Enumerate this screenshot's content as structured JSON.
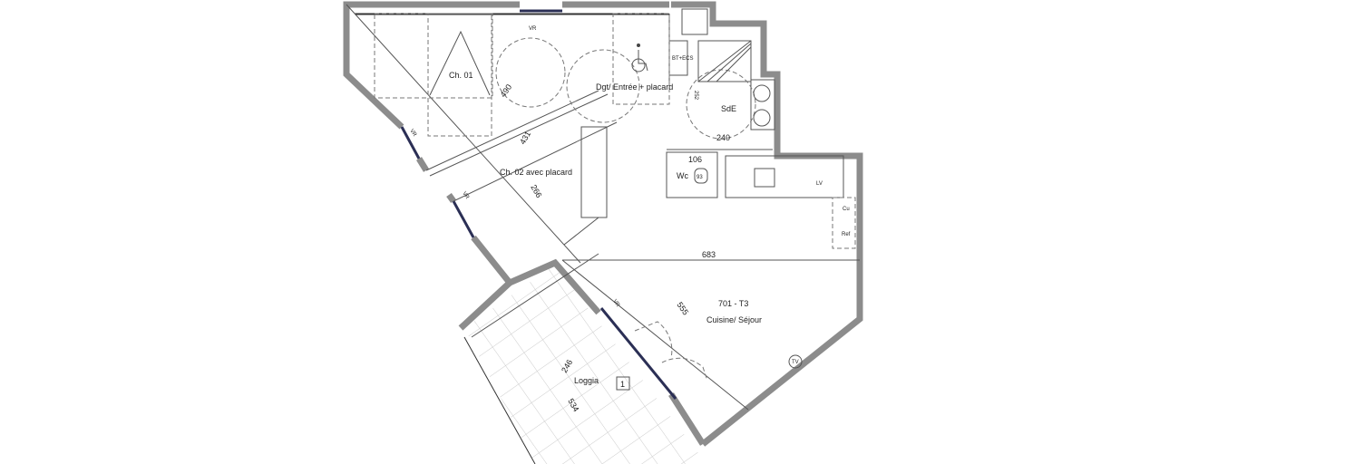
{
  "plan": {
    "unit_label": "701 - T3",
    "rooms": {
      "bedroom1": "Ch. 01",
      "hall": "Dgt/ Entrée + placard",
      "bathroom": "SdE",
      "wc": "Wc",
      "bedroom2": "Ch. 02 avec placard",
      "living": "Cuisine/ Séjour",
      "loggia": "Loggia"
    },
    "dimensions": {
      "d490": "490",
      "d431": "431",
      "d266": "266",
      "d240": "240",
      "d106": "106",
      "d252": "252",
      "d93": "93",
      "d683": "683",
      "d555": "555",
      "d246": "246",
      "d534": "534"
    },
    "fixtures": {
      "vr": "VR",
      "lv": "LV",
      "cu": "Cu",
      "ref": "Ref",
      "tv": "TV",
      "bt_ecs": "BT+ECS"
    },
    "loggia_tag": "1",
    "colors": {
      "wall": "#8c8c8c",
      "window": "#2b2f55"
    }
  }
}
